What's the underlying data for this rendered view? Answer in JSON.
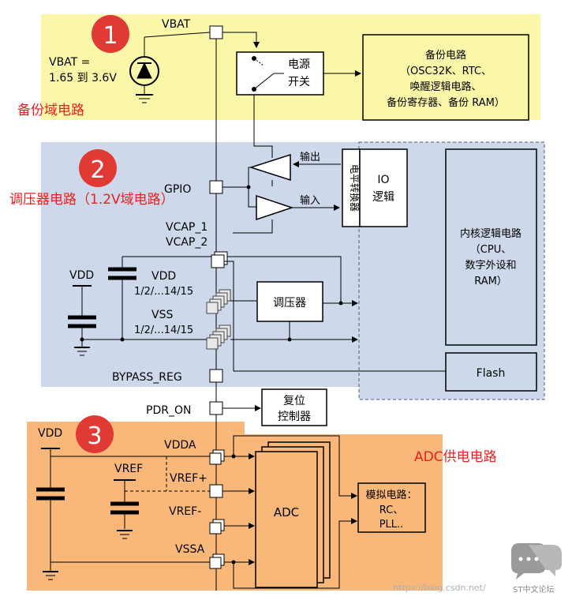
{
  "domains": {
    "backup": {
      "number": "1",
      "title": "备份域电路",
      "vbat_range": [
        "VBAT =",
        "1.65 到 3.6V"
      ]
    },
    "regulator": {
      "number": "2",
      "title": "调压器电路（1.2V域电路）"
    },
    "adc": {
      "number": "3",
      "title": "ADC供电电路"
    }
  },
  "pins": {
    "vbat": "VBAT",
    "gpio": "GPIO",
    "vcap1": "VCAP_1",
    "vcap2": "VCAP_2",
    "vdd": "VDD",
    "vdd_n": "1/2/...14/15",
    "vss": "VSS",
    "vss_n": "1/2/...14/15",
    "bypass": "BYPASS_REG",
    "pdr_on": "PDR_ON",
    "vdda": "VDDA",
    "vref_plus": "VREF+",
    "vref_minus": "VREF-",
    "vssa": "VSSA"
  },
  "labels": {
    "vdd_top": "VDD",
    "vdd_bottom": "VDD",
    "vref": "VREF"
  },
  "blocks": {
    "power_switch": [
      "电源",
      "开关"
    ],
    "backup_circuit": [
      "备份电路",
      "（OSC32K、RTC、",
      "唤醒逻辑电路、",
      "备份寄存器、备份 RAM）"
    ],
    "level_shifter": "电平转换器",
    "output": "输出",
    "input": "输入",
    "io_logic": [
      "IO",
      "逻辑"
    ],
    "core_logic": [
      "内核逻辑电路",
      "（CPU、",
      "数字外设和",
      "RAM）"
    ],
    "regulator": "调压器",
    "flash": "Flash",
    "reset": [
      "复位",
      "控制器"
    ],
    "adc": "ADC",
    "analog": [
      "模拟电路：",
      "RC、",
      "PLL.."
    ]
  },
  "watermark": {
    "url": "https://blog.csdn.net/",
    "brand": "ST中文论坛"
  },
  "colors": {
    "backup_bg": "#fbf7a8",
    "regulator_bg": "#cdd9ea",
    "adc_bg": "#f9b879",
    "badge": "#e03a35",
    "red_text": "#e8201f",
    "line": "#000000"
  }
}
